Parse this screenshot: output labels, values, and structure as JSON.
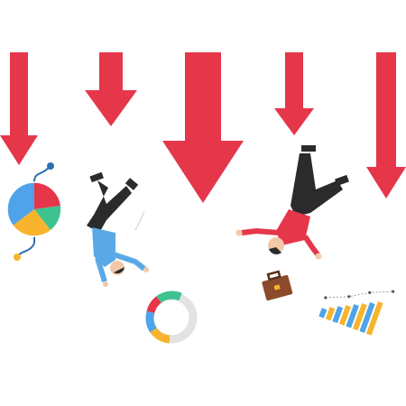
{
  "illustration": {
    "colors": {
      "arrow": "#e5364a",
      "pie_red": "#e5364a",
      "pie_blue": "#4fa3e8",
      "pie_yellow": "#f7b42c",
      "pie_green": "#3ec28f",
      "shirt_blue": "#5aa9e6",
      "shirt_red": "#e5364a",
      "pants": "#2b2b2b",
      "briefcase": "#8b4a2b",
      "bar_blue": "#4fa3e8",
      "bar_yellow": "#f7b42c",
      "ring_gray": "#e3e3e3"
    },
    "icons": [
      "down-arrow-icon",
      "pie-chart-icon",
      "donut-chart-icon",
      "bar-chart-icon",
      "briefcase-icon",
      "falling-person-icon"
    ],
    "pie_shares": [
      0.25,
      0.2,
      0.25,
      0.3
    ],
    "donut_shares": [
      0.22,
      0.18,
      0.2,
      0.4
    ],
    "bar_values": [
      0.3,
      0.38,
      0.46,
      0.54,
      0.62,
      0.7,
      0.78,
      0.86
    ]
  }
}
